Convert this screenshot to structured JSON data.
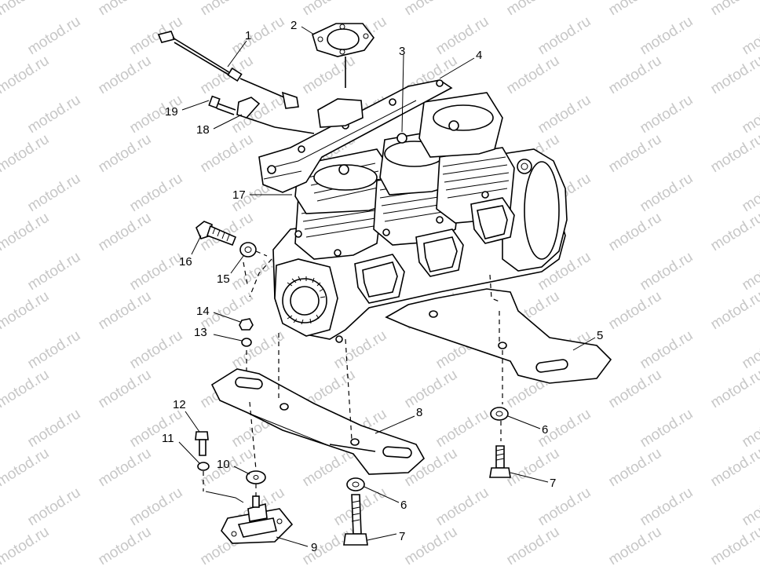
{
  "diagram": {
    "watermark_text": "motod.ru",
    "callouts": [
      {
        "id": "1",
        "label": "1"
      },
      {
        "id": "2",
        "label": "2"
      },
      {
        "id": "3",
        "label": "3"
      },
      {
        "id": "4",
        "label": "4"
      },
      {
        "id": "5",
        "label": "5"
      },
      {
        "id": "6a",
        "label": "6"
      },
      {
        "id": "6b",
        "label": "6"
      },
      {
        "id": "7a",
        "label": "7"
      },
      {
        "id": "7b",
        "label": "7"
      },
      {
        "id": "8",
        "label": "8"
      },
      {
        "id": "9",
        "label": "9"
      },
      {
        "id": "10",
        "label": "10"
      },
      {
        "id": "11",
        "label": "11"
      },
      {
        "id": "12",
        "label": "12"
      },
      {
        "id": "13",
        "label": "13"
      },
      {
        "id": "14",
        "label": "14"
      },
      {
        "id": "15",
        "label": "15"
      },
      {
        "id": "16",
        "label": "16"
      },
      {
        "id": "17",
        "label": "17"
      },
      {
        "id": "18",
        "label": "18"
      },
      {
        "id": "19",
        "label": "19"
      }
    ]
  }
}
